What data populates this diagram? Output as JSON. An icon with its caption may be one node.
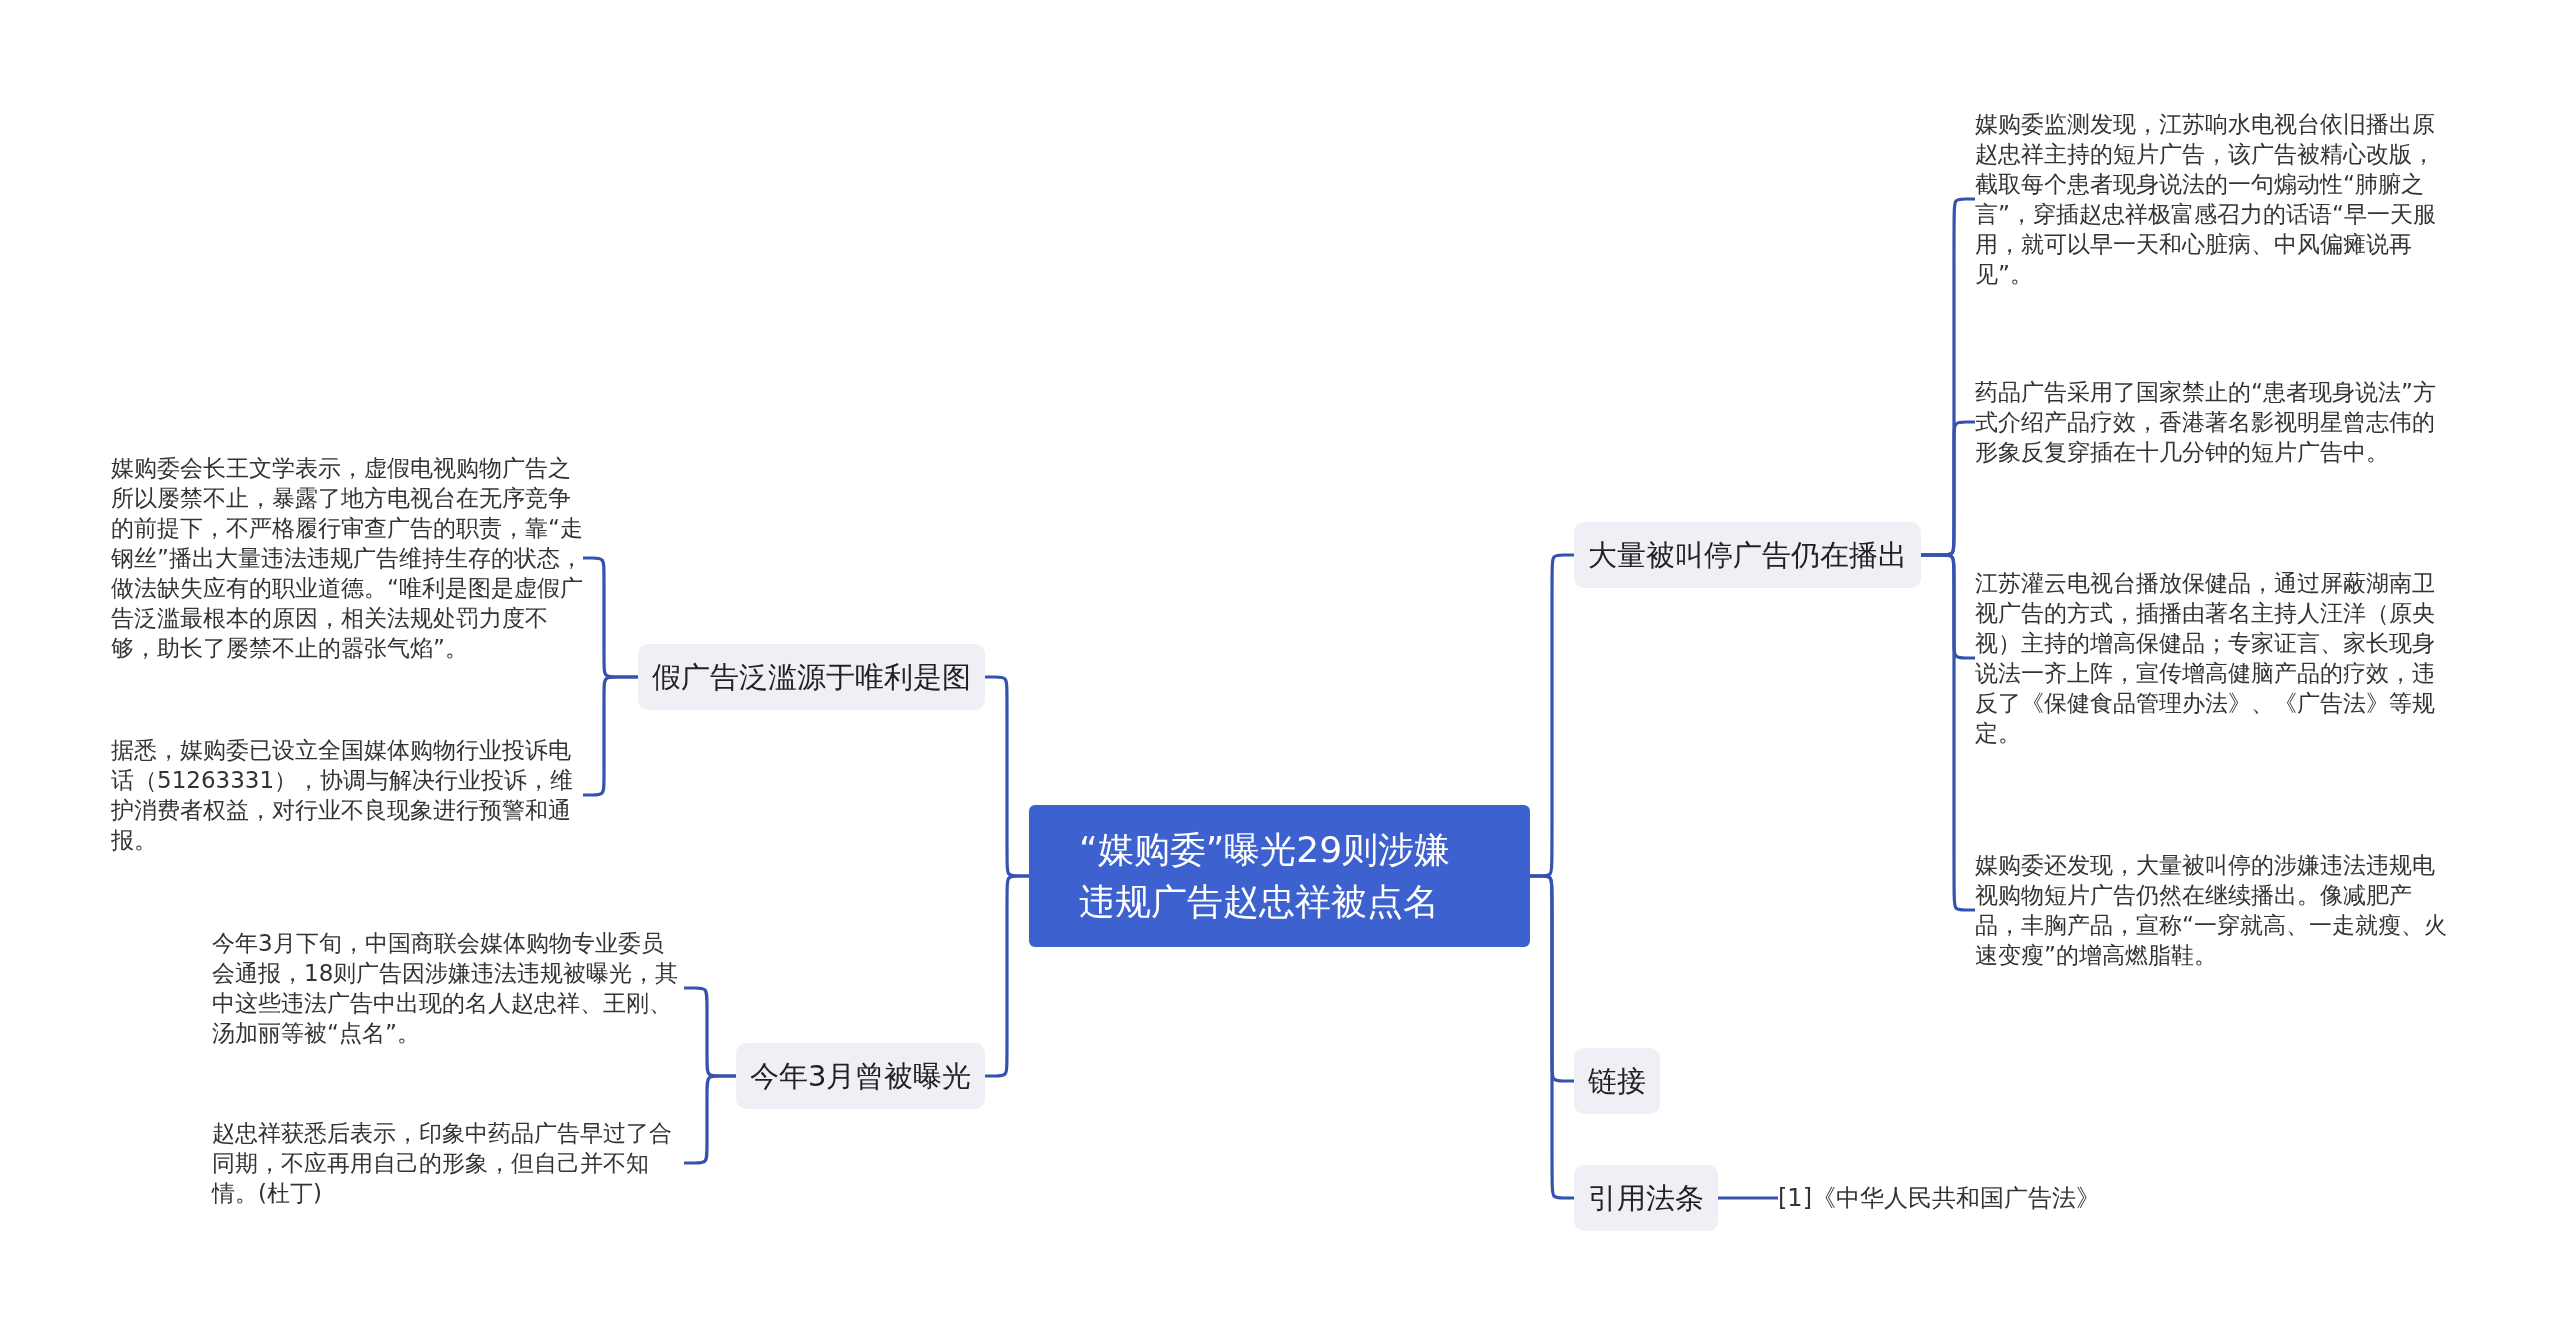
{
  "diagram": {
    "nodes": [
      {
        "text": [
          "“媒购委”曝光29则涉嫌违规广告赵忠祥被点名"
        ]
      },
      {
        "text": [
          "假广告泛滥源于唯利是图"
        ]
      },
      {
        "text": [
          "媒购委会长王文学表示，虚假电视购物广告之所以屡禁不止，暴露了地方电视台在无序竞争的前提下，不严格履行审查广告的职责，靠“走钢丝”播出大量违法违规广告维持生存的状态，做法缺失应有的职业道德。“唯利是图是虚假广告泛滥最根本的原因，相关法规处罚力度不够，助长了屡禁不止的嚣张气焰”。"
        ]
      },
      {
        "text": [
          "据悉，媒购委已设立全国媒体购物行业投诉电话（51263331），协调与解决行业投诉，维护消费者权益，对行业不良现象进行预警和通报。"
        ]
      },
      {
        "text": [
          "今年3月曾被曝光"
        ]
      },
      {
        "text": [
          "今年3月下旬，中国商联会媒体购物专业委员会通报，18则广告因涉嫌违法违规被曝光，其中这些违法广告中出现的名人赵忠祥、王刚、汤加丽等被“点名”。"
        ]
      },
      {
        "text": [
          "赵忠祥获悉后表示，印象中药品广告早过了合同期，不应再用自己的形象，但自己并不知情。(杜丁)"
        ]
      },
      {
        "text": [
          "大量被叫停广告仍在播出"
        ]
      },
      {
        "text": [
          "媒购委监测发现，江苏响水电视台依旧播出原赵忠祥主持的短片广告，该广告被精心改版，截取每个患者现身说法的一句煽动性“肺腑之言”，穿插赵忠祥极富感召力的话语“早一天服用，就可以早一天和心脏病、中风偏瘫说再见”。"
        ]
      },
      {
        "text": [
          "药品广告采用了国家禁止的“患者现身说法”方式介绍产品疗效，香港著名影视明星曾志伟的形象反复穿插在十几分钟的短片广告中。"
        ]
      },
      {
        "text": [
          "江苏灌云电视台播放保健品，通过屏蔽湖南卫视广告的方式，插播由著名主持人汪洋（原央视）主持的增高保健品；专家证言、家长现身说法一齐上阵，宣传增高健脑产品的疗效，违反了《保健食品管理办法》、《广告法》等规定。"
        ]
      },
      {
        "text": [
          "媒购委还发现，大量被叫停的涉嫌违法违规电视购物短片广告仍然在继续播出。像减肥产品，丰胸产品，宣称“一穿就高、一走就瘦、火速变瘦”的增高燃脂鞋。"
        ]
      },
      {
        "text": [
          "链接"
        ]
      },
      {
        "text": [
          "引用法条"
        ]
      },
      {
        "text": [
          "[1]《中华人民共和国广告法》"
        ]
      }
    ],
    "edges": [
      {
        "from": 0,
        "to": 1,
        "arrow": "none"
      },
      {
        "from": 1,
        "to": 2,
        "arrow": "none"
      },
      {
        "from": 1,
        "to": 3,
        "arrow": "none"
      },
      {
        "from": 0,
        "to": 4,
        "arrow": "none"
      },
      {
        "from": 4,
        "to": 5,
        "arrow": "none"
      },
      {
        "from": 4,
        "to": 6,
        "arrow": "none"
      },
      {
        "from": 0,
        "to": 7,
        "arrow": "none"
      },
      {
        "from": 7,
        "to": 8,
        "arrow": "none"
      },
      {
        "from": 7,
        "to": 9,
        "arrow": "none"
      },
      {
        "from": 7,
        "to": 10,
        "arrow": "none"
      },
      {
        "from": 7,
        "to": 11,
        "arrow": "none"
      },
      {
        "from": 0,
        "to": 12,
        "arrow": "none"
      },
      {
        "from": 0,
        "to": 13,
        "arrow": "none"
      },
      {
        "from": 13,
        "to": 14,
        "arrow": "none"
      }
    ]
  }
}
